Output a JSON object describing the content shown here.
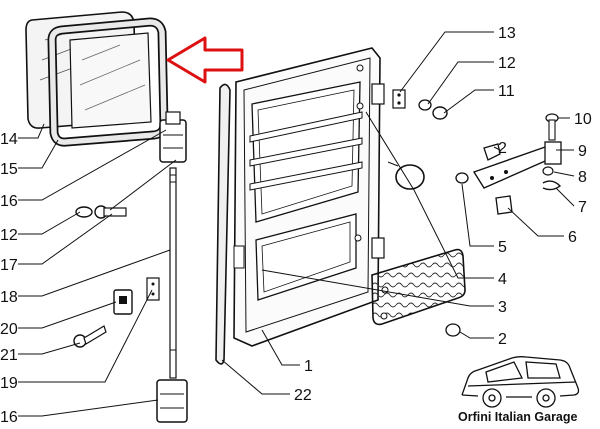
{
  "brand": {
    "text": "Orfini Italian Garage"
  },
  "callouts": {
    "right": [
      "13",
      "12",
      "11",
      "10",
      "9",
      "8",
      "7",
      "6",
      "5",
      "4",
      "3",
      "2",
      "2",
      "1"
    ],
    "left": [
      "14",
      "15",
      "16",
      "12",
      "17",
      "18",
      "20",
      "21",
      "19",
      "22",
      "16"
    ]
  }
}
